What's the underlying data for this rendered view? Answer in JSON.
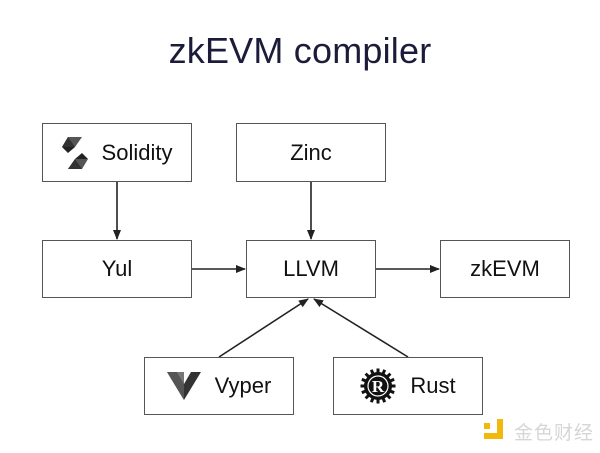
{
  "title": "zkEVM compiler",
  "nodes": {
    "solidity": {
      "label": "Solidity",
      "icon": "solidity-logo-icon"
    },
    "zinc": {
      "label": "Zinc"
    },
    "yul": {
      "label": "Yul"
    },
    "llvm": {
      "label": "LLVM"
    },
    "zkevm": {
      "label": "zkEVM"
    },
    "vyper": {
      "label": "Vyper",
      "icon": "vyper-logo-icon"
    },
    "rust": {
      "label": "Rust",
      "icon": "rust-logo-icon"
    }
  },
  "edges": [
    {
      "from": "Solidity",
      "to": "Yul"
    },
    {
      "from": "Zinc",
      "to": "LLVM"
    },
    {
      "from": "Yul",
      "to": "LLVM"
    },
    {
      "from": "LLVM",
      "to": "zkEVM"
    },
    {
      "from": "Vyper",
      "to": "LLVM"
    },
    {
      "from": "Rust",
      "to": "LLVM"
    }
  ],
  "watermark": {
    "text": "金色财经",
    "color": "#f0b90b"
  }
}
